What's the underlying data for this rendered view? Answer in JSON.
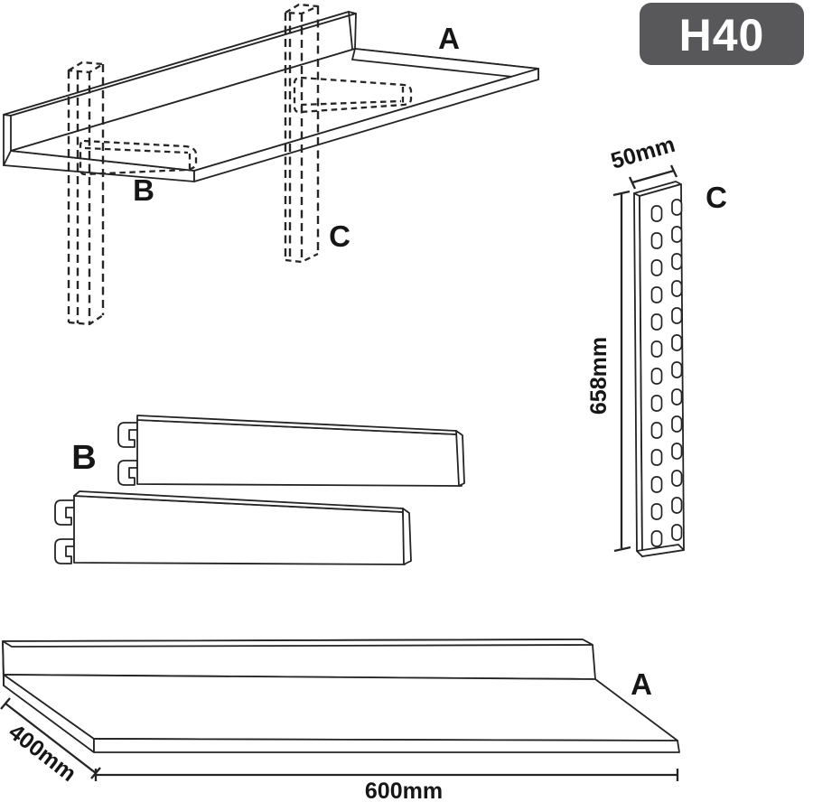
{
  "badge": {
    "label": "H40"
  },
  "assembly": {
    "part_a_label": "A",
    "part_b_label": "B",
    "part_c_label": "C"
  },
  "rail_detail": {
    "part_label": "C",
    "width_dim": "50mm",
    "height_dim": "658mm",
    "slot_columns": 2,
    "slots_per_column": 13
  },
  "brackets_detail": {
    "part_label": "B",
    "bracket_count": 2
  },
  "shelf_detail": {
    "part_label": "A",
    "depth_dim": "400mm",
    "length_dim": "600mm"
  },
  "colors": {
    "badge_bg": "#58585a",
    "badge_text": "#ffffff",
    "line": "#242424",
    "background": "#ffffff"
  }
}
